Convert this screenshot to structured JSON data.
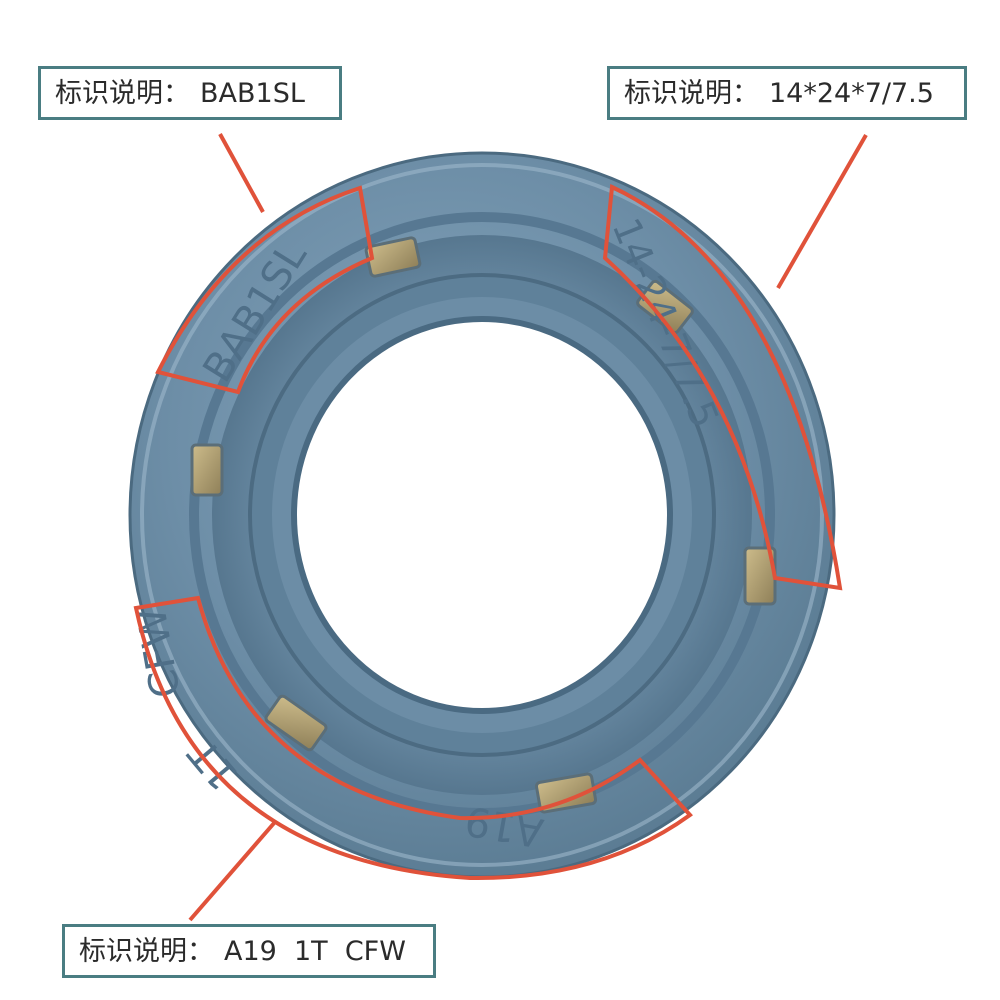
{
  "labels": {
    "top_left": {
      "prefix": "标识说明：",
      "value": "BAB1SL"
    },
    "top_right": {
      "prefix": "标识说明：",
      "value": "14*24*7/7.5"
    },
    "bottom_left": {
      "prefix": "标识说明：",
      "value": "A19  1T  CFW"
    }
  },
  "seal_markings": {
    "code": "BAB1SL",
    "size": "14-24-7/7.5",
    "material": "A19",
    "extra_1": "1T",
    "extra_2": "CFW"
  },
  "colors": {
    "rubber": "#6d8ea7",
    "rubber_dark": "#4f6f88",
    "rubber_light": "#8aa9c0",
    "metal": "#b7a578",
    "callout": "#e0523a",
    "label_border": "#4a7d82"
  }
}
